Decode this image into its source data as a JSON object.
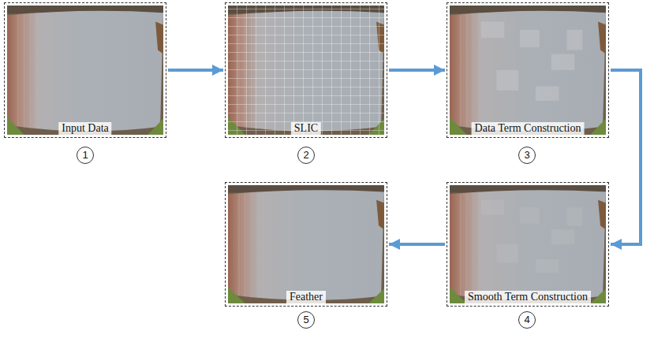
{
  "diagram": {
    "nodes": [
      {
        "text": [
          "Input Data"
        ]
      },
      {
        "text": [
          "SLIC"
        ]
      },
      {
        "text": [
          "Data Term Construction"
        ]
      },
      {
        "text": [
          "Feather"
        ]
      },
      {
        "text": [
          "Smooth Term Construction"
        ]
      }
    ],
    "edges": [
      {
        "from": 0,
        "to": 1,
        "arrow": "to"
      },
      {
        "from": 1,
        "to": 2,
        "arrow": "to"
      },
      {
        "from": 2,
        "to": 4,
        "arrow": "to"
      },
      {
        "from": 4,
        "to": 3,
        "arrow": "to"
      }
    ],
    "labels": [
      "1",
      "2",
      "3",
      "4",
      "5"
    ]
  }
}
